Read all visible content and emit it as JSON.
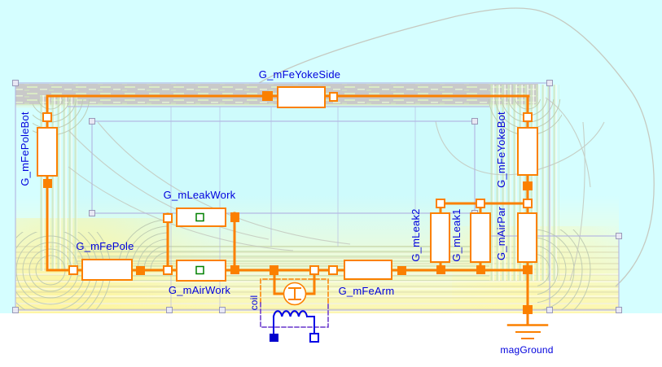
{
  "diagram": {
    "components": {
      "fe_pole_bot": {
        "label": "G_mFePoleBot"
      },
      "fe_yoke_side": {
        "label": "G_mFeYokeSide"
      },
      "fe_yoke_bot": {
        "label": "G_mFeYokeBot"
      },
      "leak_work": {
        "label": "G_mLeakWork"
      },
      "fe_pole": {
        "label": "G_mFePole"
      },
      "air_work": {
        "label": "G_mAirWork"
      },
      "fe_arm": {
        "label": "G_mFeArm"
      },
      "leak2": {
        "label": "G_mLeak2"
      },
      "leak1": {
        "label": "G_mLeak1"
      },
      "air_par": {
        "label": "G_mAirPar"
      },
      "coil": {
        "label": "coil"
      },
      "mag_ground": {
        "label": "magGround"
      }
    },
    "colors": {
      "wire_orange": "#FB8000",
      "label_blue": "#0000DD",
      "electrical_blue": "#0000E6",
      "electrical_fill": "#0000CD",
      "marker_green": "#008000",
      "field_cyan": "#D5FEFF",
      "yoke_gray": "#C9C9C9",
      "selection_lavender": "#B3B3E2"
    }
  }
}
